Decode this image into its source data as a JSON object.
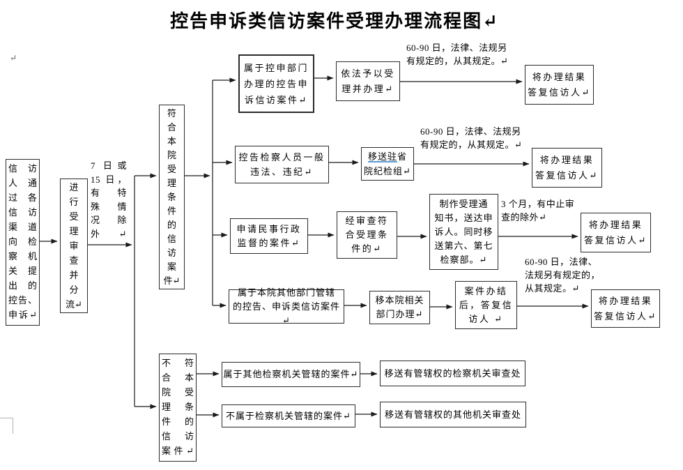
{
  "title": "控告申诉类信访案件受理办理流程图↵",
  "marks": {
    "paragraph_mark": "↵"
  },
  "nodes": {
    "source": "信访\n人通\n过各\n信访\n渠道\n向检\n察机\n关提\n出的\n控告、\n申诉↵",
    "review": "进\n行\n受\n理\n审\n查\n并\n分\n流↵",
    "period_note": "7 日或\n15 日，\n有特\n殊情\n况除\n外↵",
    "qualified": "符\n合\n本\n院\n受\n理\n条\n件\n的\n信\n访\n案\n件↵",
    "unqualified": "不符\n合本\n院受\n理条\n件的\n信访\n案件↵",
    "row1": {
      "case": "属于控申部门\n办理的控告申\n诉信访案件↵",
      "action": "依法予以受\n理并办理↵",
      "deadline": "60-90 日，法律、法规另\n有规定的，从其规定。↵",
      "reply": "将办理结果\n答复信访人↵"
    },
    "row2": {
      "case": "控告检察人员一般\n违法、违纪↵",
      "transfer_underlined": "移送驻",
      "transfer_rest": "省\n院纪检组↵",
      "deadline": "60-90 日，法律、法规另\n有规定的，从其规定。↵",
      "reply": "将办理结果\n答复信访人↵"
    },
    "row3": {
      "case": "申请民事行政\n监督的案件↵",
      "check": "经审查符\n合受理条\n件的↵",
      "notice": "制作受理通\n知书，送达申\n诉人。同时移\n送第六、第七\n检察部。↵",
      "deadline": "3 个月，有中止审\n查的除外↵",
      "reply": "将办理结果\n答复信访人↵"
    },
    "row4": {
      "case": "属于本院其他部门管辖\n的控告、申诉类信访案件↵",
      "transfer": "移本院相关\n部门办理↵",
      "conclude": "案件办结\n后，答复信\n访人 ↵",
      "deadline": "60-90 日，法律、\n法规另有规定的，\n从其规定。↵",
      "reply": "将办理结果\n答复信访人↵"
    },
    "row5": {
      "case": "属于其他检察机关管辖的案件↵",
      "action": "移送有管辖权的检察机关审查处"
    },
    "row6": {
      "case": "不属于检察机关管辖的案件↵",
      "action": "移送有管辖权的其他机关审查处"
    }
  },
  "colors": {
    "underline_blue": "#5b9bd5",
    "line_black": "#1a1a1a"
  }
}
